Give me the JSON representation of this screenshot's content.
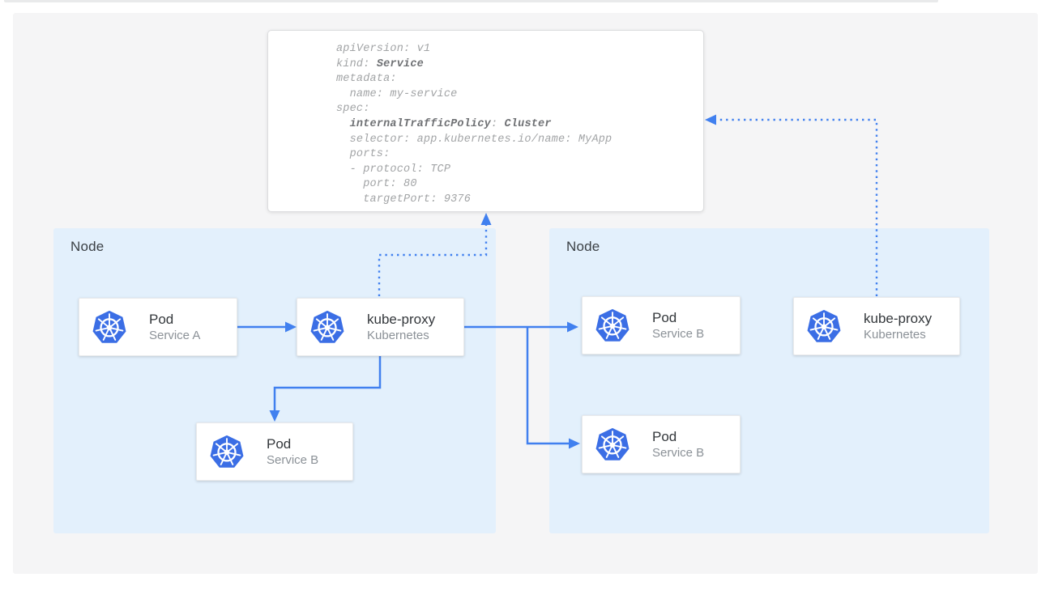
{
  "colors": {
    "k8s_blue": "#3b6ee5",
    "arrow_blue": "#4180ef",
    "node_bg": "#e3f0fc",
    "panel_bg": "#f5f5f6",
    "code_gray": "#a2a4a6",
    "code_bold_gray": "#6f7174"
  },
  "code_card": {
    "lines": [
      {
        "segments": [
          {
            "text": "apiVersion: v1"
          }
        ]
      },
      {
        "segments": [
          {
            "text": "kind: "
          },
          {
            "text": "Service",
            "bold": true
          }
        ]
      },
      {
        "segments": [
          {
            "text": "metadata:"
          }
        ]
      },
      {
        "segments": [
          {
            "text": "  name: my-service"
          }
        ]
      },
      {
        "segments": [
          {
            "text": "spec:"
          }
        ]
      },
      {
        "segments": [
          {
            "text": "  "
          },
          {
            "text": "internalTrafficPolicy",
            "bold": true
          },
          {
            "text": ": "
          },
          {
            "text": "Cluster",
            "bold": true
          }
        ]
      },
      {
        "segments": [
          {
            "text": "  selector: app.kubernetes.io/name: MyApp"
          }
        ]
      },
      {
        "segments": [
          {
            "text": "  ports:"
          }
        ]
      },
      {
        "segments": [
          {
            "text": "  - protocol: TCP"
          }
        ]
      },
      {
        "segments": [
          {
            "text": "    port: 80"
          }
        ]
      },
      {
        "segments": [
          {
            "text": "    targetPort: 9376"
          }
        ]
      }
    ]
  },
  "nodes": [
    {
      "label": "Node",
      "cards": [
        {
          "title": "Pod",
          "subtitle": "Service A"
        },
        {
          "title": "kube-proxy",
          "subtitle": "Kubernetes"
        },
        {
          "title": "Pod",
          "subtitle": "Service B"
        }
      ]
    },
    {
      "label": "Node",
      "cards": [
        {
          "title": "Pod",
          "subtitle": "Service B"
        },
        {
          "title": "Pod",
          "subtitle": "Service B"
        },
        {
          "title": "kube-proxy",
          "subtitle": "Kubernetes"
        }
      ]
    }
  ]
}
